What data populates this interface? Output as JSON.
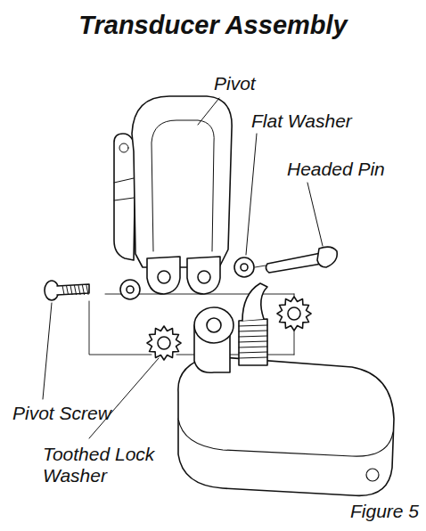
{
  "diagram": {
    "title": "Transducer Assembly",
    "caption": "Figure 5",
    "labels": [
      "Pivot",
      "Flat Washer",
      "Headed Pin",
      "Pivot Screw",
      "Toothed Lock Washer"
    ]
  }
}
